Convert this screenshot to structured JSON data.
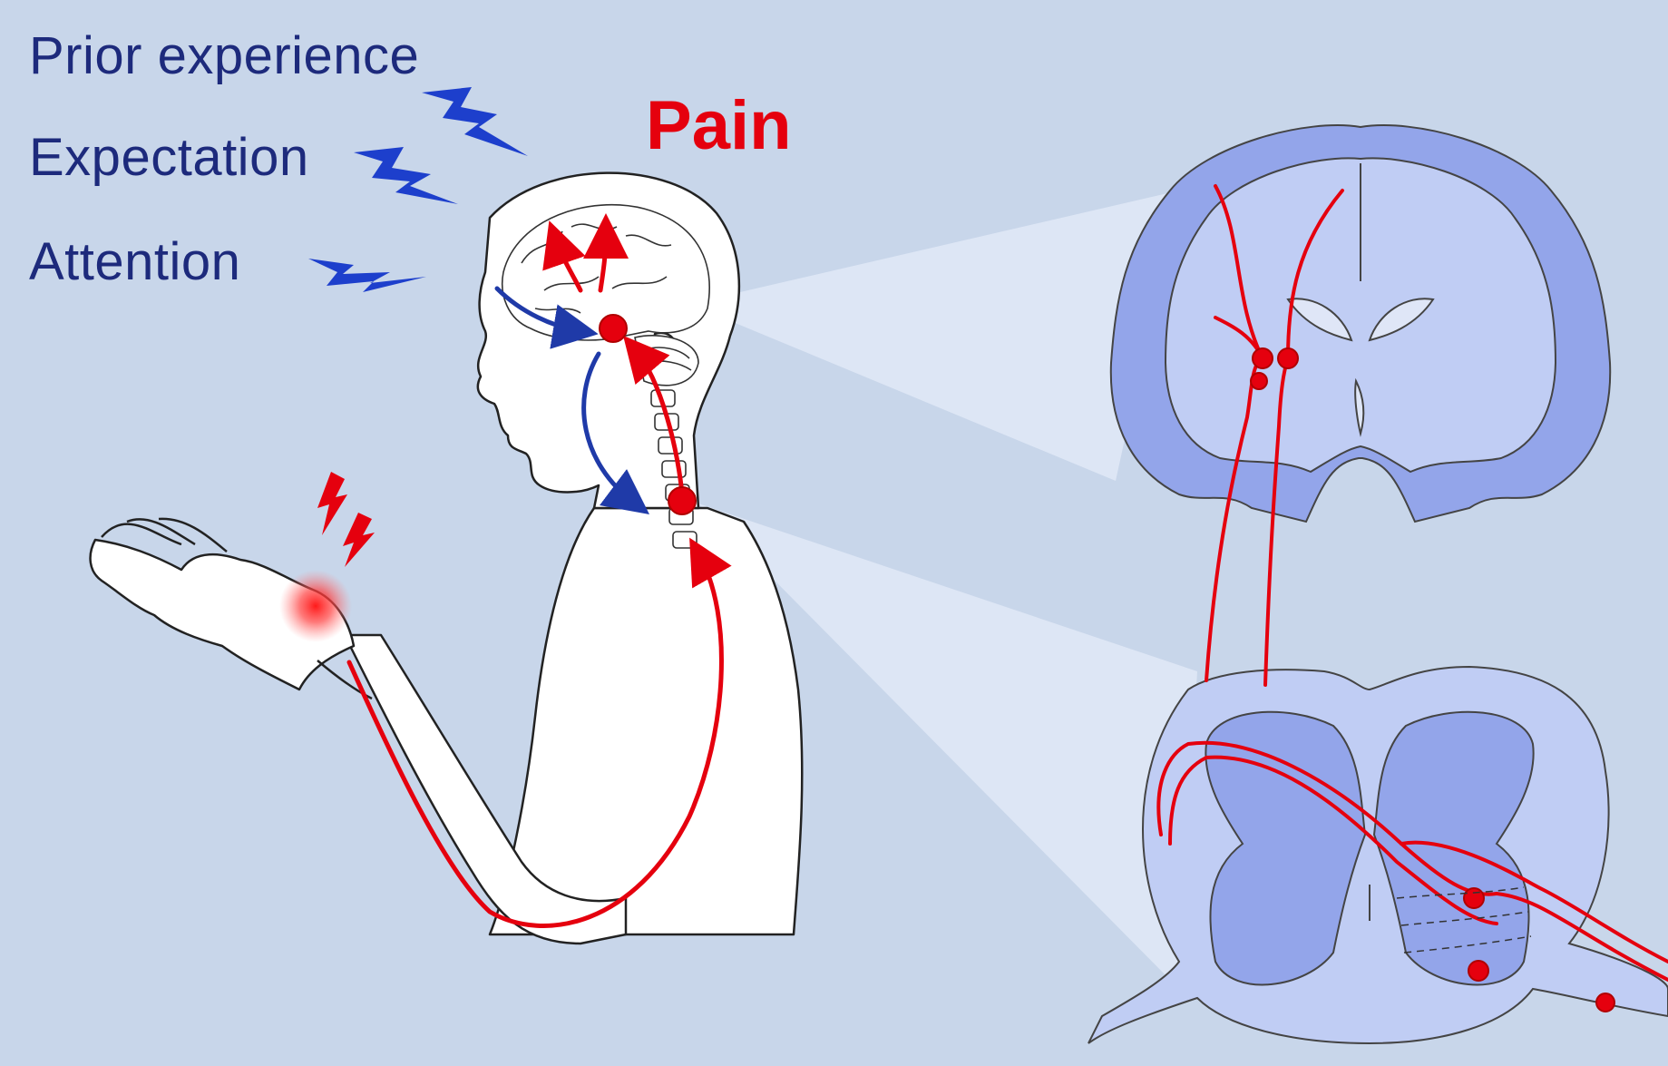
{
  "labels": {
    "factors": [
      "Prior experience",
      "Expectation",
      "Attention"
    ],
    "pain": "Pain"
  },
  "colors": {
    "background": "#c8d6ea",
    "factor_text": "#1d2a7c",
    "pain_text": "#e5000e",
    "pathway_red": "#e5000e",
    "descending_blue": "#1f3aa8",
    "tissue_light": "#c0cdf4",
    "tissue_dark": "#93a5ea",
    "outline": "#222222"
  },
  "icons": {
    "modulation_bolt": "lightning-bolt-icon",
    "injury_spark": "spark-icon"
  }
}
